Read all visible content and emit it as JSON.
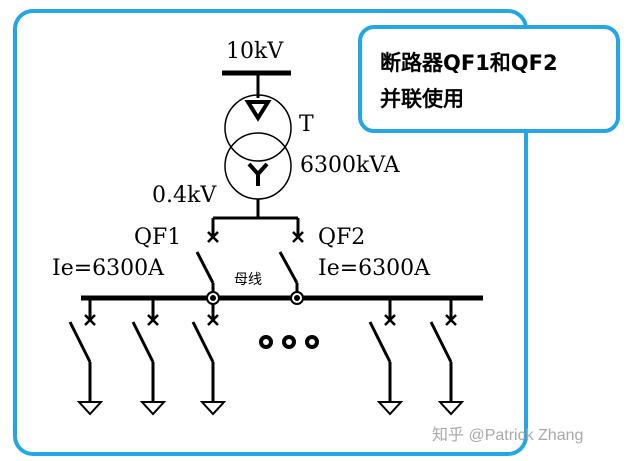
{
  "supply": {
    "voltage": "10kV"
  },
  "transformer": {
    "name": "T",
    "rating": "6300kVA",
    "secondary_voltage": "0.4kV"
  },
  "breakers": [
    {
      "name": "QF1",
      "rating": "Ie=6300A"
    },
    {
      "name": "QF2",
      "rating": "Ie=6300A"
    }
  ],
  "busbar": {
    "label": "母线"
  },
  "callout": {
    "line1": "断路器QF1和QF2",
    "line2": "并联使用"
  },
  "watermark": "知乎 @Patrick Zhang",
  "colors": {
    "frame": "#23a6e8",
    "line": "#000000",
    "text": "#000000",
    "watermark": "#a9a9a9"
  }
}
